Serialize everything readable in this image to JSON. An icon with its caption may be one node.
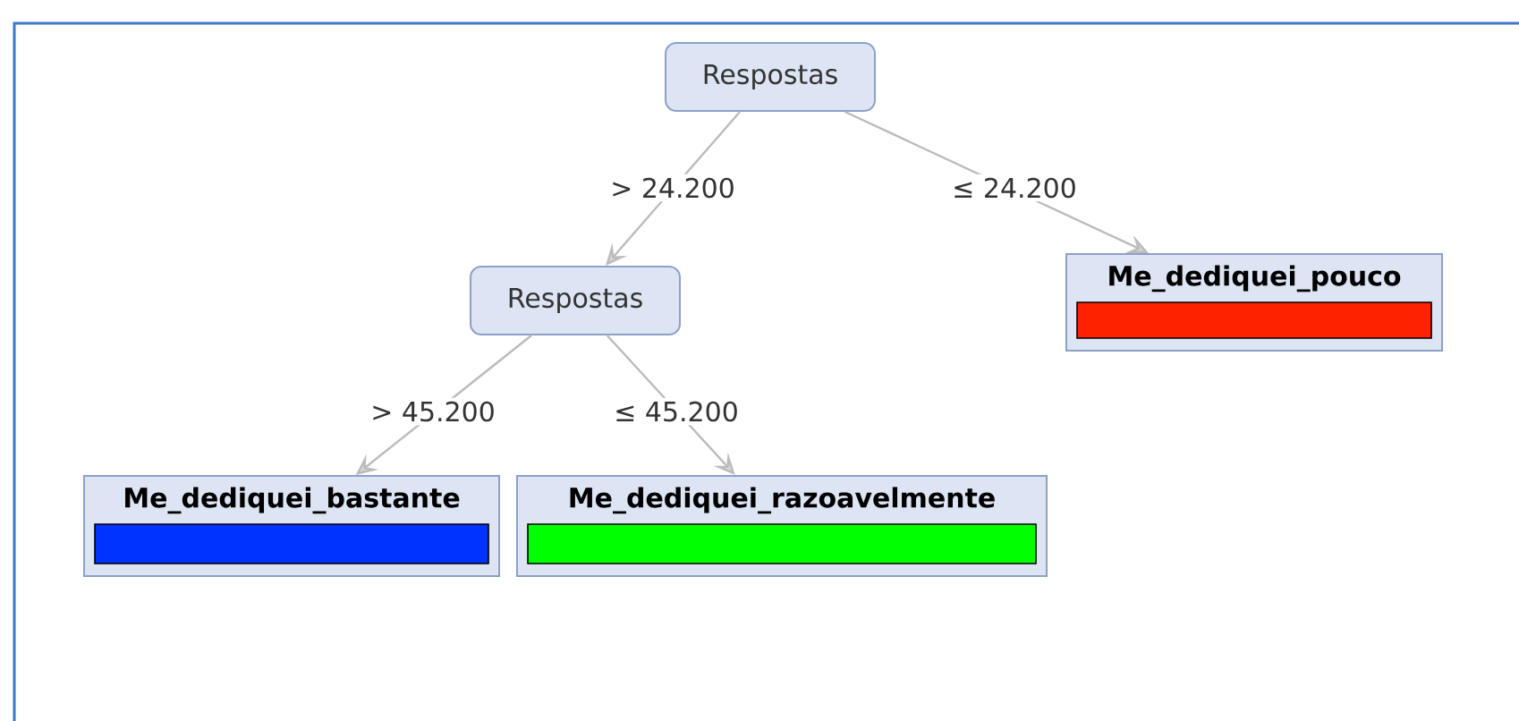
{
  "diagram": {
    "nodes": [
      {
        "text": [
          "Respostas"
        ]
      },
      {
        "text": [
          "Respostas"
        ]
      },
      {
        "text": [
          "Me_dediquei_pouco"
        ]
      },
      {
        "text": [
          "Me_dediquei_bastante"
        ]
      },
      {
        "text": [
          "Me_dediquei_razoavelmente"
        ]
      }
    ],
    "edges": [
      {
        "from": 0,
        "to": 1,
        "arrow": "to",
        "label": "> 24.200"
      },
      {
        "from": 0,
        "to": 2,
        "arrow": "to",
        "label": "≤ 24.200"
      },
      {
        "from": 1,
        "to": 3,
        "arrow": "to",
        "label": "> 45.200"
      },
      {
        "from": 1,
        "to": 4,
        "arrow": "to",
        "label": "≤ 45.200"
      }
    ]
  }
}
